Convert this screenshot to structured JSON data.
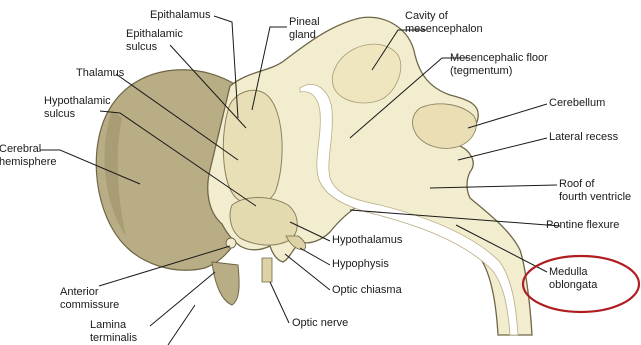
{
  "diagram": {
    "colors": {
      "hemisphere": "#b9ad86",
      "hemisphere_dark": "#9f936b",
      "brainstem": "#f2edcf",
      "brainstem_shade": "#ddd4a8",
      "ventricle": "#ffffff",
      "outline": "#6f6647",
      "leader": "#1a1a1a",
      "highlight": "#b01e22"
    },
    "labels": {
      "epithalamus": "Epithalamus",
      "epithalamic_sulcus": "Epithalamic\nsulcus",
      "pineal_gland": "Pineal\ngland",
      "cavity_of_mesencephalon": "Cavity of\nmesencephalon",
      "mesencephalic_floor": "Mesencephalic floor\n(tegmentum)",
      "thalamus": "Thalamus",
      "hypothalamic_sulcus": "Hypothalamic\nsulcus",
      "cerebellum": "Cerebellum",
      "lateral_recess": "Lateral recess",
      "cerebral_hemisphere": "Cerebral\nhemisphere",
      "roof_of_fourth_ventricle": "Roof of\nfourth ventricle",
      "pontine_flexure": "Pontine flexure",
      "hypothalamus": "Hypothalamus",
      "hypophysis": "Hypophysis",
      "medulla_oblongata": "Medulla\noblongata",
      "anterior_commissure": "Anterior\ncommissure",
      "optic_chiasma": "Optic chiasma",
      "lamina_terminalis": "Lamina\nterminalis",
      "optic_nerve": "Optic nerve"
    },
    "highlighted_label": "medulla_oblongata"
  }
}
